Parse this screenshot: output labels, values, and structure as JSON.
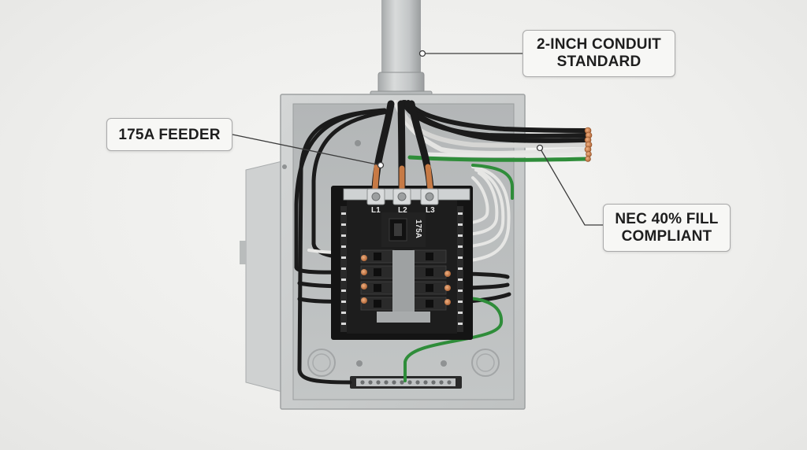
{
  "callouts": {
    "conduit": {
      "line1": "2-INCH CONDUIT",
      "line2": "STANDARD"
    },
    "feeder": {
      "text": "175A FEEDER"
    },
    "fill": {
      "line1": "NEC 40% FILL",
      "line2": "COMPLIANT"
    }
  },
  "panel": {
    "phase_labels": [
      "L1",
      "L2",
      "L3"
    ],
    "main_breaker_rating": "175A"
  },
  "colors": {
    "enclosure": "#c9cbcb",
    "interior": "#b9bcbd",
    "wire_black": "#1b1b1b",
    "wire_white": "#e4e4e2",
    "wire_green": "#2f8d3a",
    "copper": "#c77a45"
  }
}
